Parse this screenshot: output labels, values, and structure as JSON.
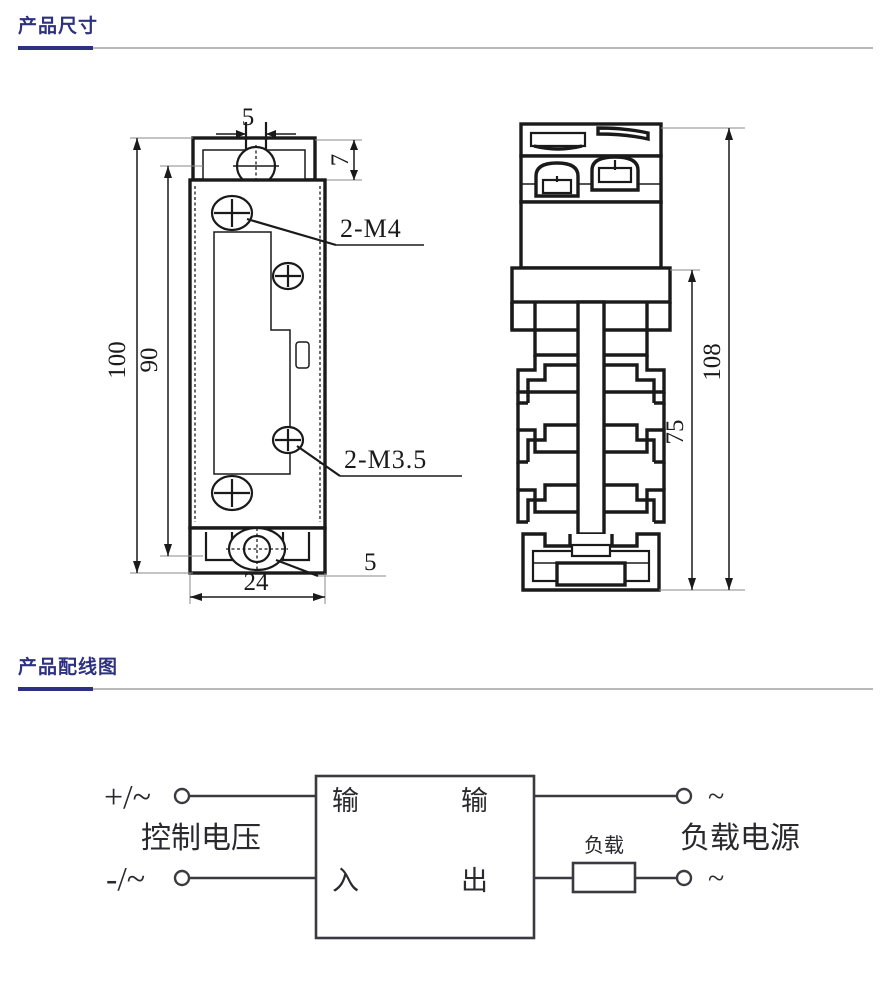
{
  "sections": {
    "dimensions": {
      "title": "产品尺寸",
      "accent_color": "#2e3180",
      "rule_color": "#b9b9b9"
    },
    "wiring": {
      "title": "产品配线图",
      "accent_color": "#2e3180",
      "rule_color": "#b9b9b9"
    }
  },
  "dimension_drawing": {
    "front_view": {
      "dims": {
        "top_slot_width": "5",
        "top_flange_height": "7",
        "overall_height": "100",
        "body_height": "90",
        "body_width": "24",
        "bottom_slot": "5"
      },
      "callouts": {
        "upper_screw": "2-M4",
        "lower_screw": "2-M3.5"
      }
    },
    "side_view": {
      "dims": {
        "overall_height": "108",
        "heatsink_height": "75"
      }
    }
  },
  "wiring_diagram": {
    "left_terminals": {
      "top_label": "+/~",
      "bottom_label": "-/~",
      "group_label": "控制电压"
    },
    "module": {
      "input_line1": "输",
      "input_line2": "入",
      "output_line1": "输",
      "output_line2": "出"
    },
    "right_side": {
      "load_label": "负载",
      "supply_label": "负载电源",
      "top_terminal_symbol": "~",
      "bottom_terminal_symbol": "~"
    }
  }
}
